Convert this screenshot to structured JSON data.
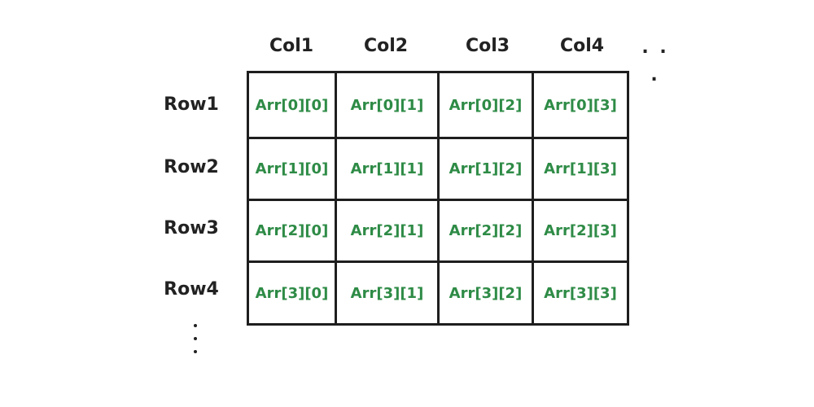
{
  "columns": [
    "Col1",
    "Col2",
    "Col3",
    "Col4"
  ],
  "column_ellipsis": ". . .",
  "rows": [
    "Row1",
    "Row2",
    "Row3",
    "Row4"
  ],
  "cells": [
    [
      "Arr[0][0]",
      "Arr[0][1]",
      "Arr[0][2]",
      "Arr[0][3]"
    ],
    [
      "Arr[1][0]",
      "Arr[1][1]",
      "Arr[1][2]",
      "Arr[1][3]"
    ],
    [
      "Arr[2][0]",
      "Arr[2][1]",
      "Arr[2][2]",
      "Arr[2][3]"
    ],
    [
      "Arr[3][0]",
      "Arr[3][1]",
      "Arr[3][2]",
      "Arr[3][3]"
    ]
  ],
  "colors": {
    "cell_text": "#2e8b46",
    "header_text": "#222222",
    "grid_line": "#1e1e1e"
  }
}
